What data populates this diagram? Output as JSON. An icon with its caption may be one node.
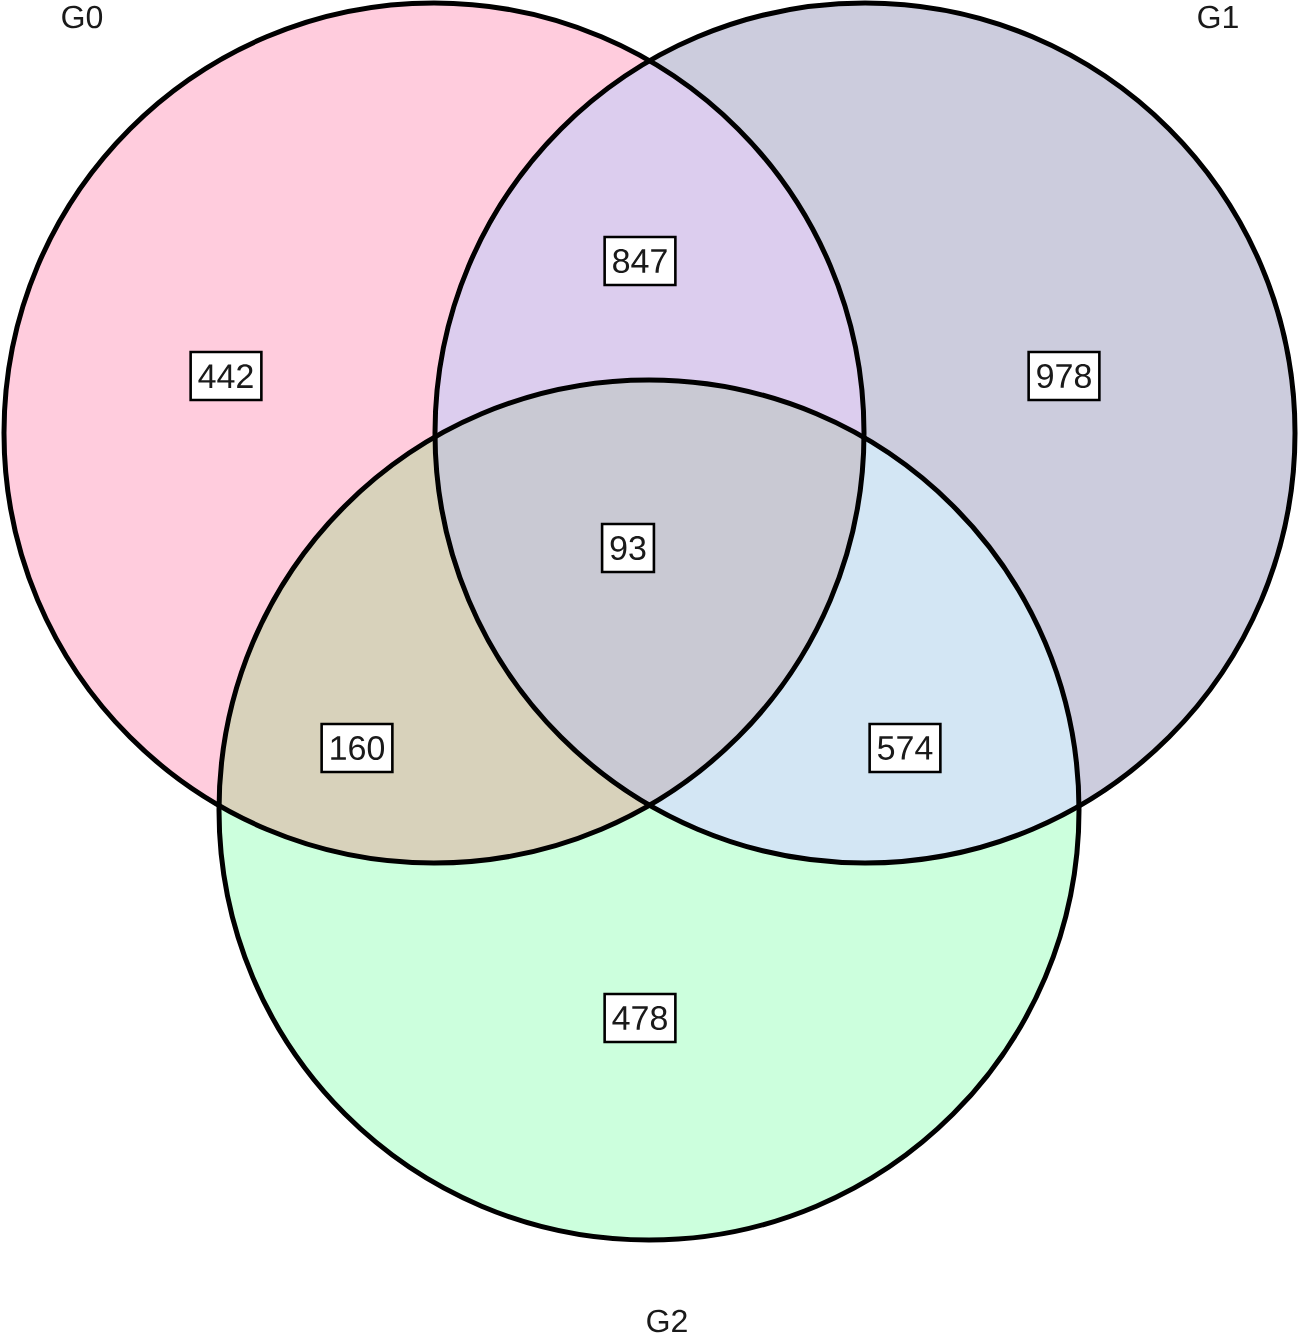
{
  "diagram": {
    "nodes": [
      {
        "text": [
          "G0"
        ]
      },
      {
        "text": [
          "G1"
        ]
      },
      {
        "text": [
          "G2"
        ]
      },
      {
        "text": [
          "847"
        ]
      },
      {
        "text": [
          "442"
        ],
        "in": 0
      },
      {
        "text": [
          "978"
        ],
        "in": 1
      },
      {
        "text": [
          "93"
        ]
      },
      {
        "text": [
          "160"
        ]
      },
      {
        "text": [
          "574"
        ]
      },
      {
        "text": [
          "478"
        ],
        "in": 2
      }
    ]
  }
}
